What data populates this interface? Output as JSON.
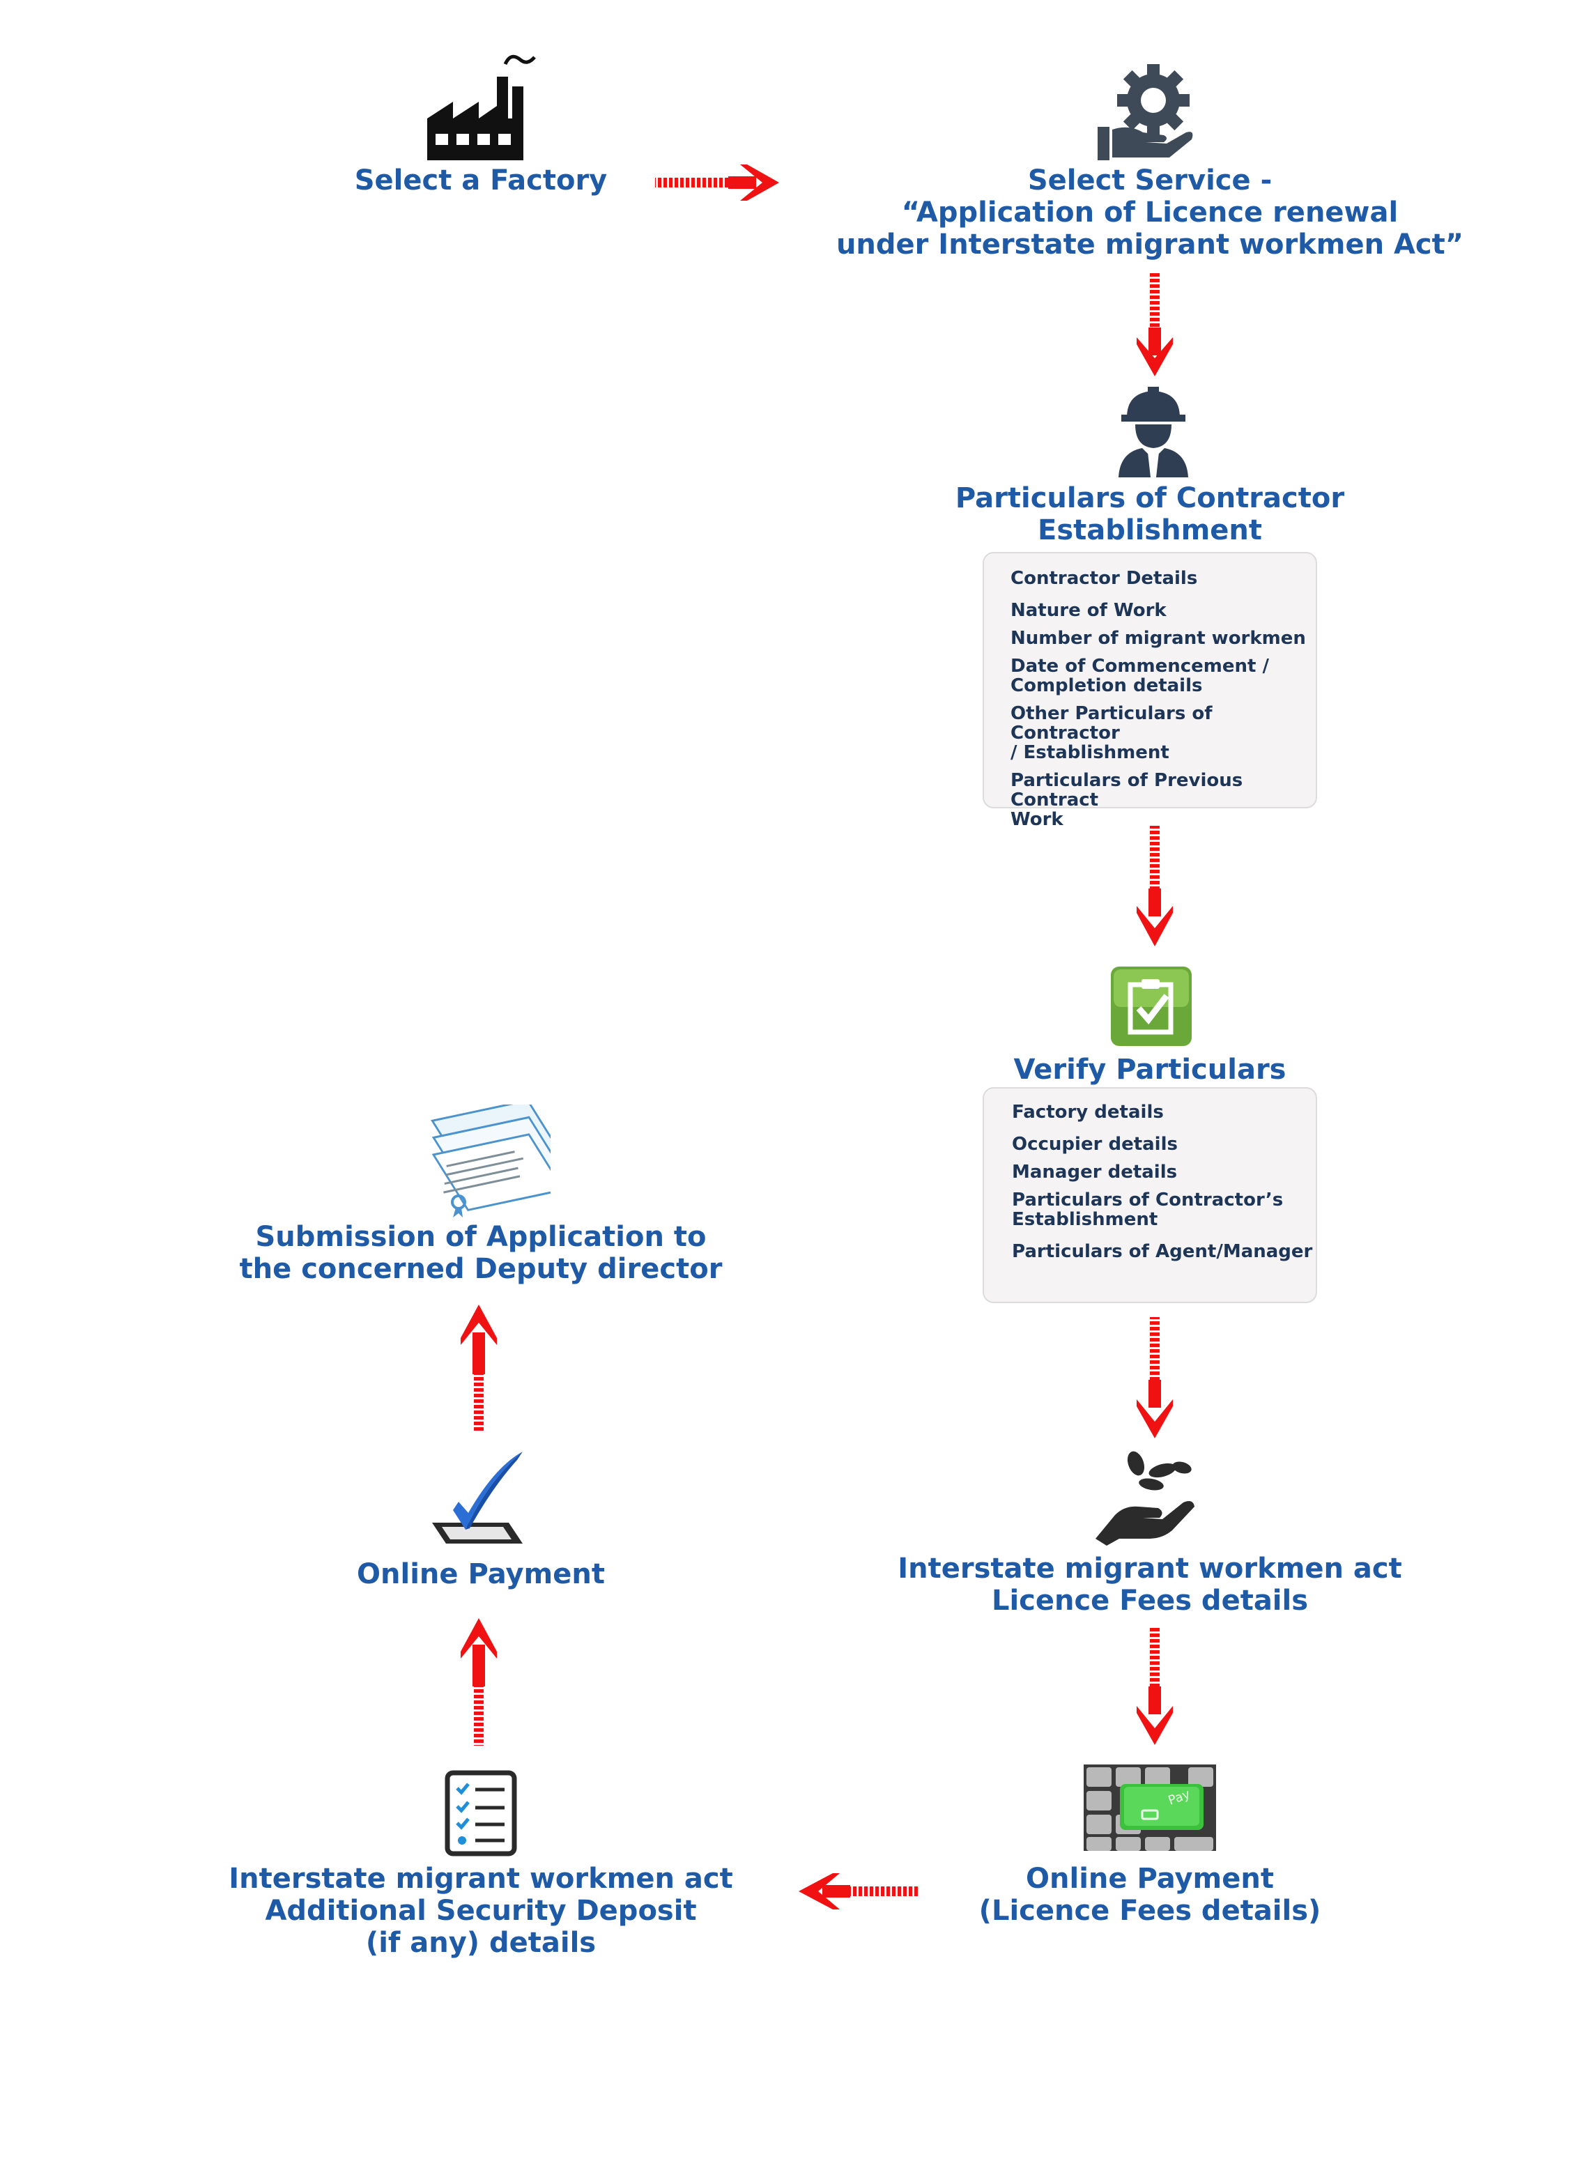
{
  "colors": {
    "label": "#1f5aa6",
    "detail_text": "#1d3557",
    "arrow": "#f01212",
    "box_bg": "#f6f3f4"
  },
  "nodes": {
    "select_factory": {
      "label": "Select a Factory",
      "icon": "factory-icon"
    },
    "select_service": {
      "line1": "Select Service -",
      "line2": "“Application of Licence renewal",
      "line3": "under  Interstate migrant workmen Act”",
      "icon": "gear-hand-icon"
    },
    "contractor": {
      "line1": "Particulars of Contractor",
      "line2": "Establishment",
      "icon": "worker-icon",
      "items": [
        "Contractor Details",
        "Nature of Work",
        "Number of migrant workmen",
        "Date of Commencement /",
        "Completion details",
        "Other Particulars of Contractor",
        "/ Establishment",
        "Particulars of Previous Contract",
        "Work"
      ]
    },
    "verify": {
      "label": "Verify Particulars",
      "icon": "verify-checklist-icon",
      "items": [
        "Factory details",
        "Occupier details",
        "Manager details",
        "Particulars of Contractor’s",
        "Establishment",
        "Particulars of Agent/Manager"
      ]
    },
    "licence_fees": {
      "line1": "Interstate migrant workmen act",
      "line2": "Licence Fees details",
      "icon": "hand-coins-icon"
    },
    "online_payment_fees": {
      "line1": "Online Payment",
      "line2": "(Licence Fees details)",
      "icon": "pay-keyboard-icon",
      "key_text": "Pay"
    },
    "security_deposit": {
      "line1": "Interstate migrant workmen act",
      "line2": "Additional Security Deposit",
      "line3": "(if any) details",
      "icon": "checklist-clipboard-icon"
    },
    "online_payment": {
      "label": "Online Payment",
      "icon": "checkmark-box-icon"
    },
    "submission": {
      "line1": "Submission of Application to",
      "line2": "the concerned Deputy director",
      "icon": "documents-stack-icon"
    }
  }
}
